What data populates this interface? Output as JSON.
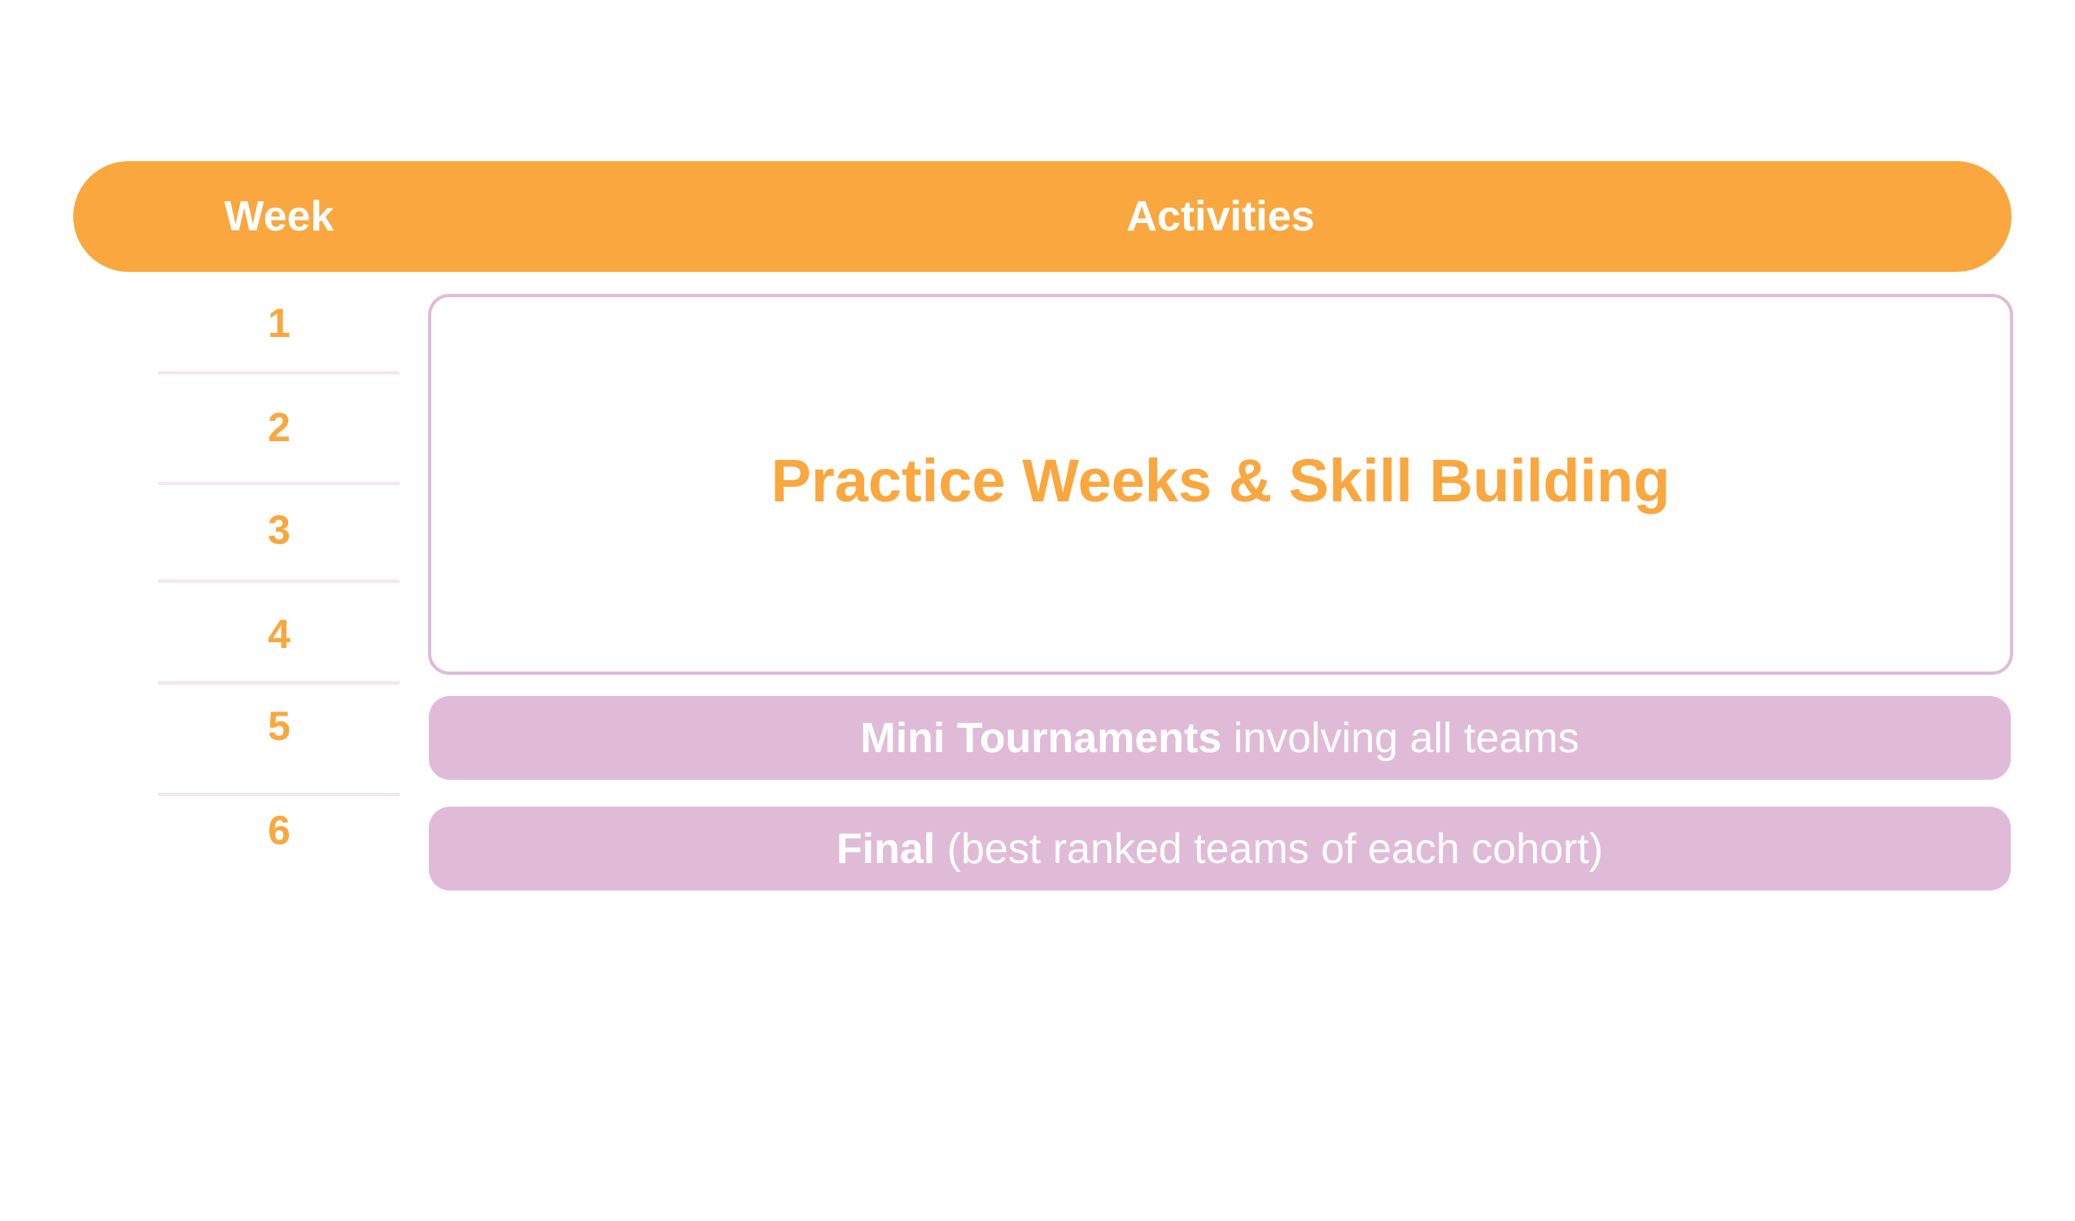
{
  "header": {
    "week_label": "Week",
    "activities_label": "Activities"
  },
  "weeks": [
    "1",
    "2",
    "3",
    "4",
    "5",
    "6"
  ],
  "activities": {
    "practice": "Practice Weeks & Skill Building",
    "mini_bold": "Mini Tournaments",
    "mini_rest": " involving all teams",
    "final_bold": "Final",
    "final_rest": " (best ranked teams of each cohort)"
  },
  "colors": {
    "accent": "#F9A73E",
    "pink": "#E0BBD8",
    "divider": "#F5E6F1"
  }
}
